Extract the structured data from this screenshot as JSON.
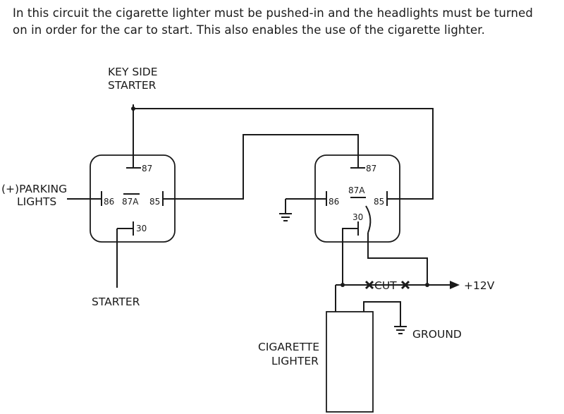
{
  "caption": {
    "line1": "In this circuit the cigarette lighter must be pushed-in and the headlights must be turned",
    "line2": "on in order for the car to start. This also enables the use of the cigarette lighter."
  },
  "labels": {
    "key_side_1": "KEY SIDE",
    "key_side_2": "STARTER",
    "parking_1": "(+)PARKING",
    "parking_2": "LIGHTS",
    "starter": "STARTER",
    "cut": "CUT",
    "plus12v": "+12V",
    "ground": "GROUND",
    "lighter_1": "CIGARETTE",
    "lighter_2": "LIGHTER"
  },
  "relay_left": {
    "pin87": "87",
    "pin86": "86",
    "pin87a": "87A",
    "pin85": "85",
    "pin30": "30"
  },
  "relay_right": {
    "pin87": "87",
    "pin86": "86",
    "pin87a": "87A",
    "pin85": "85",
    "pin30": "30"
  }
}
